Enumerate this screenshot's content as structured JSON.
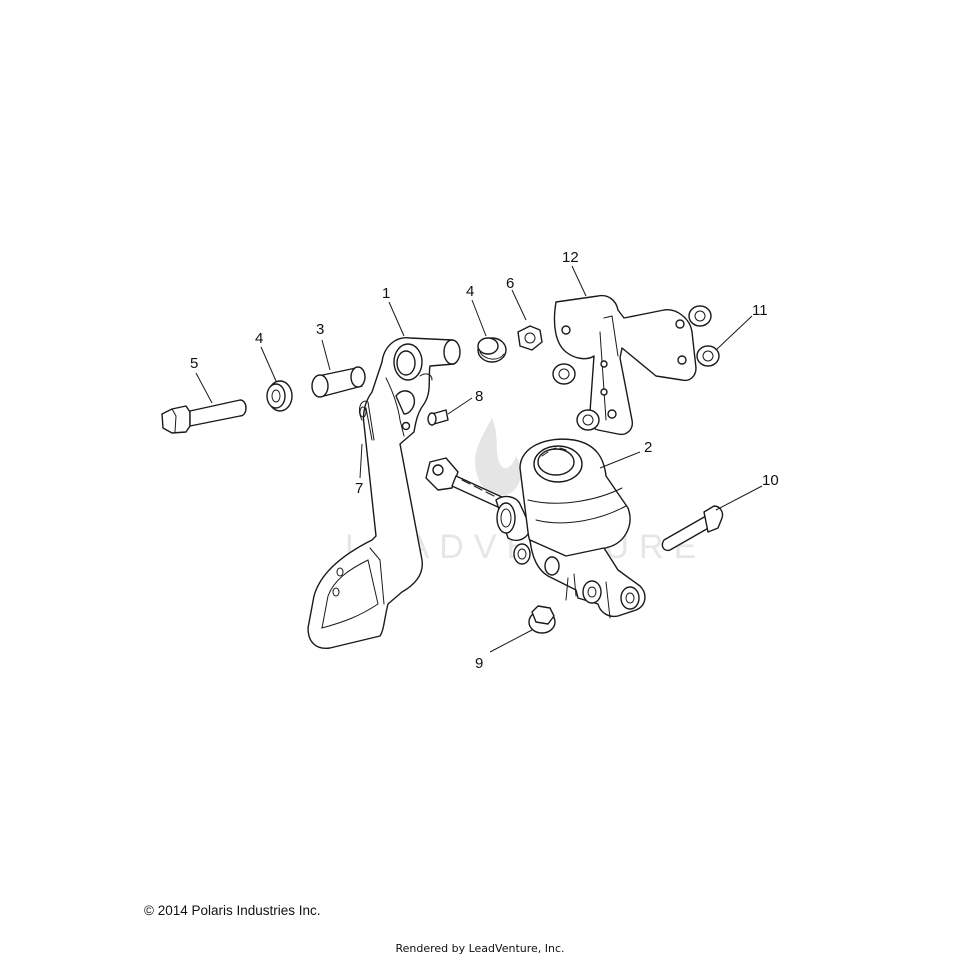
{
  "callouts": [
    {
      "id": "1",
      "text": "1"
    },
    {
      "id": "2",
      "text": "2"
    },
    {
      "id": "3",
      "text": "3"
    },
    {
      "id": "4a",
      "text": "4"
    },
    {
      "id": "4b",
      "text": "4"
    },
    {
      "id": "5",
      "text": "5"
    },
    {
      "id": "6",
      "text": "6"
    },
    {
      "id": "7",
      "text": "7"
    },
    {
      "id": "8",
      "text": "8"
    },
    {
      "id": "9",
      "text": "9"
    },
    {
      "id": "10",
      "text": "10"
    },
    {
      "id": "11",
      "text": "11"
    },
    {
      "id": "12",
      "text": "12"
    }
  ],
  "footer": {
    "copyright": "© 2014 Polaris Industries Inc.",
    "rendered_by": "Rendered by LeadVenture, Inc."
  },
  "watermark": {
    "logo_text": "LEADVENTURE",
    "color": "#cfcfcf"
  }
}
